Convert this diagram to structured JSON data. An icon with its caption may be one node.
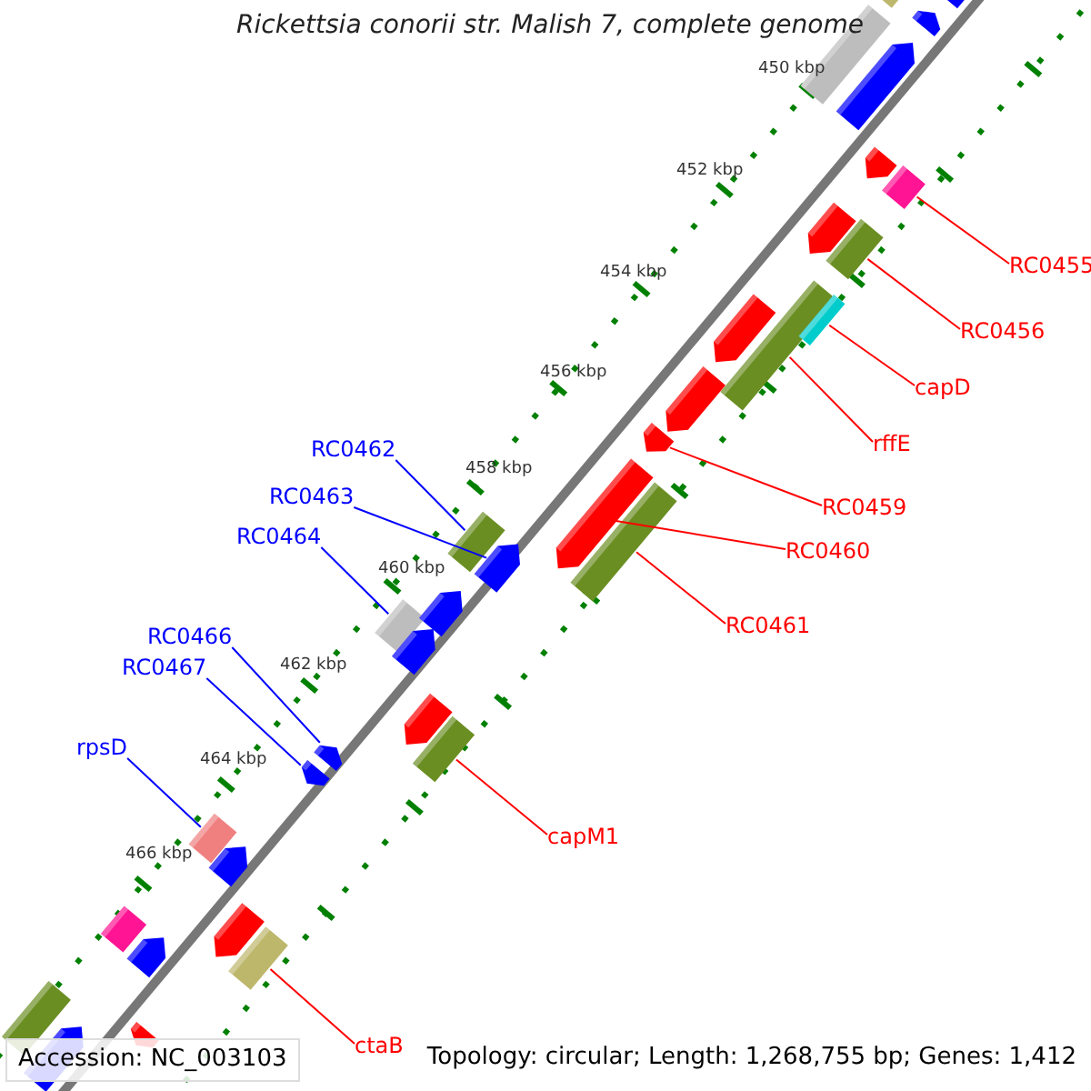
{
  "diagram": {
    "title": "Rickettsia conorii str. Malish 7, complete genome",
    "nodes": [
      {
        "text": [
          "RC0455"
        ]
      },
      {
        "text": [],
        "shape": "box"
      },
      {
        "text": [
          "RC0456"
        ]
      },
      {
        "text": [],
        "shape": "box"
      },
      {
        "text": [
          "capD"
        ]
      },
      {
        "text": [],
        "shape": "box"
      },
      {
        "text": [
          "rffE"
        ]
      },
      {
        "text": [],
        "shape": "box"
      },
      {
        "text": [
          "RC0459"
        ]
      },
      {
        "text": [],
        "shape": "arrow"
      },
      {
        "text": [
          "RC0460"
        ]
      },
      {
        "text": [],
        "shape": "arrow"
      },
      {
        "text": [
          "RC0461"
        ]
      },
      {
        "text": [],
        "shape": "box"
      },
      {
        "text": [
          "RC0462"
        ]
      },
      {
        "text": [],
        "shape": "box"
      },
      {
        "text": [
          "RC0463"
        ]
      },
      {
        "text": [],
        "shape": "arrow"
      },
      {
        "text": [
          "RC0464"
        ]
      },
      {
        "text": [],
        "shape": "box"
      },
      {
        "text": [
          "RC0466"
        ]
      },
      {
        "text": [],
        "shape": "arrow"
      },
      {
        "text": [
          "RC0467"
        ]
      },
      {
        "text": [],
        "shape": "arrow"
      },
      {
        "text": [
          "rpsD"
        ]
      },
      {
        "text": [],
        "shape": "box"
      },
      {
        "text": [
          "capM1"
        ]
      },
      {
        "text": [],
        "shape": "box"
      },
      {
        "text": [
          "ctaB"
        ]
      },
      {
        "text": [],
        "shape": "box"
      },
      {
        "text": [],
        "shape": "box"
      },
      {
        "text": [],
        "shape": "arrow"
      },
      {
        "text": [],
        "shape": "arrow"
      },
      {
        "text": [],
        "shape": "box"
      },
      {
        "text": [],
        "shape": "arrow"
      },
      {
        "text": [],
        "shape": "arrow"
      },
      {
        "text": [],
        "shape": "arrow"
      },
      {
        "text": [],
        "shape": "arrow"
      },
      {
        "text": [],
        "shape": "arrow"
      },
      {
        "text": [],
        "shape": "arrow"
      },
      {
        "text": [],
        "shape": "arrow"
      },
      {
        "text": [],
        "shape": "arrow"
      },
      {
        "text": [],
        "shape": "arrow"
      },
      {
        "text": [],
        "shape": "box"
      },
      {
        "text": [],
        "shape": "arrow"
      },
      {
        "text": [],
        "shape": "arrow"
      },
      {
        "text": [],
        "shape": "box"
      },
      {
        "text": [],
        "shape": "arrow"
      },
      {
        "text": [],
        "shape": "arrow"
      }
    ],
    "edges": [
      {
        "from": 0,
        "to": 1,
        "arrow": "none"
      },
      {
        "from": 2,
        "to": 3,
        "arrow": "none"
      },
      {
        "from": 4,
        "to": 5,
        "arrow": "none"
      },
      {
        "from": 6,
        "to": 7,
        "arrow": "none"
      },
      {
        "from": 8,
        "to": 9,
        "arrow": "none"
      },
      {
        "from": 10,
        "to": 11,
        "arrow": "none"
      },
      {
        "from": 12,
        "to": 13,
        "arrow": "none"
      },
      {
        "from": 14,
        "to": 15,
        "arrow": "none",
        "color": "#0000ff"
      },
      {
        "from": 16,
        "to": 17,
        "arrow": "none",
        "color": "#0000ff"
      },
      {
        "from": 18,
        "to": 19,
        "arrow": "none",
        "color": "#0000ff"
      },
      {
        "from": 20,
        "to": 21,
        "arrow": "none",
        "color": "#0000ff"
      },
      {
        "from": 22,
        "to": 23,
        "arrow": "none",
        "color": "#0000ff"
      },
      {
        "from": 24,
        "to": 25,
        "arrow": "none",
        "color": "#0000ff"
      },
      {
        "from": 26,
        "to": 27,
        "arrow": "none"
      },
      {
        "from": 28,
        "to": 29,
        "arrow": "none"
      }
    ],
    "labels": [
      "450 kbp",
      "452 kbp",
      "454 kbp",
      "456 kbp",
      "458 kbp",
      "460 kbp",
      "462 kbp",
      "464 kbp",
      "466 kbp",
      "Accession: NC_003103",
      "Topology: circular; Length: 1,268,755 bp; Genes: 1,412"
    ]
  }
}
